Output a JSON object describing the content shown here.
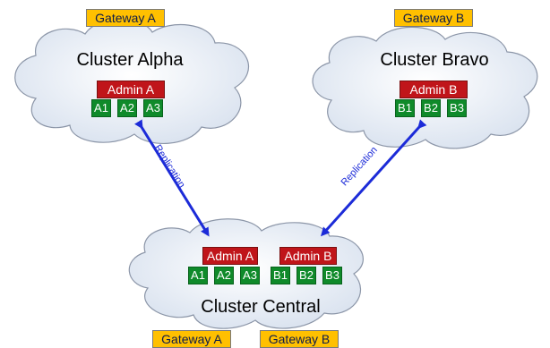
{
  "clusters": {
    "alpha": {
      "title": "Cluster Alpha",
      "gateway": "Gateway A",
      "admin": "Admin A",
      "nodes": [
        "A1",
        "A2",
        "A3"
      ]
    },
    "bravo": {
      "title": "Cluster Bravo",
      "gateway": "Gateway B",
      "admin": "Admin B",
      "nodes": [
        "B1",
        "B2",
        "B3"
      ]
    },
    "central": {
      "title": "Cluster Central",
      "gateways": [
        "Gateway A",
        "Gateway B"
      ],
      "admins": [
        "Admin A",
        "Admin B"
      ],
      "nodes_a": [
        "A1",
        "A2",
        "A3"
      ],
      "nodes_b": [
        "B1",
        "B2",
        "B3"
      ]
    }
  },
  "links": {
    "left_label": "Replication",
    "right_label": "Replication"
  },
  "colors": {
    "gateway": "#ffc000",
    "admin": "#c0151a",
    "node": "#0f8a2a",
    "cloud_fill": "#e6ecf5",
    "cloud_stroke": "#8c96a8",
    "arrow": "#1c2bd8"
  }
}
